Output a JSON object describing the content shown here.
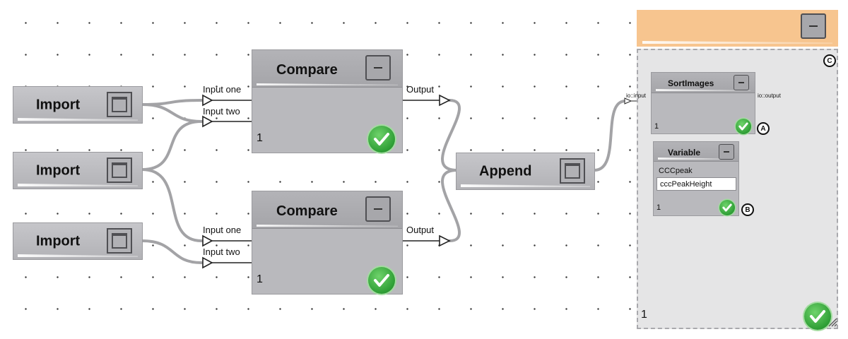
{
  "import_nodes": [
    {
      "title": "Import"
    },
    {
      "title": "Import"
    },
    {
      "title": "Import"
    }
  ],
  "compare_nodes": [
    {
      "title": "Compare",
      "collapse_symbol": "–",
      "inputs": [
        "Input one",
        "Input two"
      ],
      "output": "Output",
      "count": "1",
      "status_icon": "check-icon"
    },
    {
      "title": "Compare",
      "collapse_symbol": "–",
      "inputs": [
        "Input one",
        "Input two"
      ],
      "output": "Output",
      "count": "1",
      "status_icon": "check-icon"
    }
  ],
  "append_node": {
    "title": "Append"
  },
  "group": {
    "collapse_symbol": "–",
    "badge": "C",
    "count": "1",
    "header_color": "#f7c58f",
    "sort_node": {
      "title": "SortImages",
      "collapse_symbol": "–",
      "input": "io::input",
      "output": "io::output",
      "count": "1",
      "badge": "A"
    },
    "variable_node": {
      "title": "Variable",
      "collapse_symbol": "–",
      "field_label": "CCCpeak",
      "field_value": "cccPeakHeight",
      "count": "1",
      "badge": "B"
    }
  },
  "colors": {
    "success": "#2e9e35",
    "node": "#b9b9bd",
    "wire": "#a3a3a6"
  }
}
